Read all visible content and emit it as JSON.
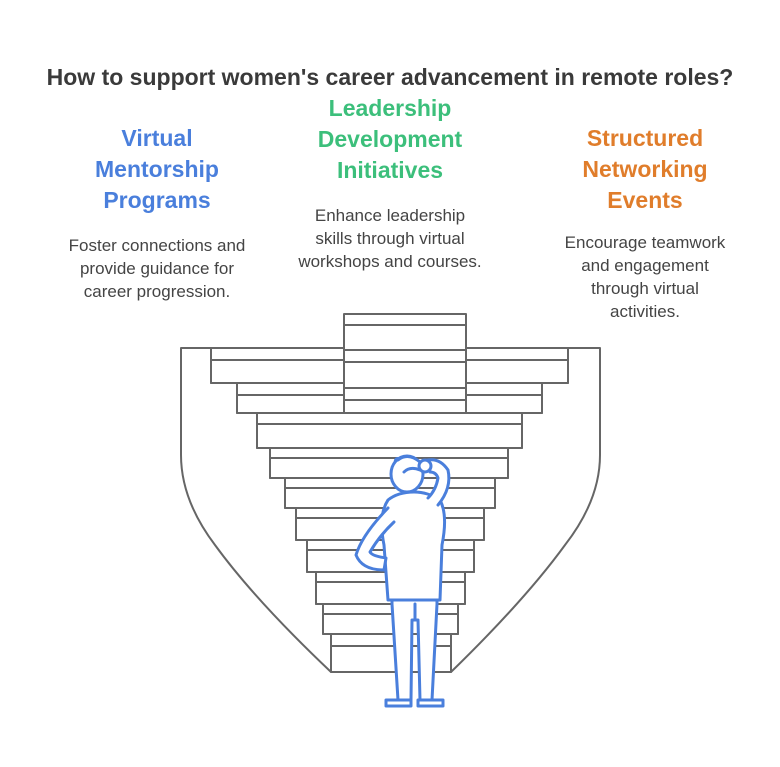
{
  "title": "How to support women's career advancement in remote roles?",
  "columns": [
    {
      "heading_lines": [
        "Virtual",
        "Mentorship",
        "Programs"
      ],
      "body_lines": [
        "Foster connections and",
        "provide guidance for",
        "career progression."
      ],
      "color": "#4a7fdc"
    },
    {
      "heading_lines": [
        "Leadership",
        "Development",
        "Initiatives"
      ],
      "body_lines": [
        "Enhance leadership",
        "skills through virtual",
        "workshops and courses."
      ],
      "color": "#3cbf7b"
    },
    {
      "heading_lines": [
        "Structured",
        "Networking",
        "Events"
      ],
      "body_lines": [
        "Encourage teamwork",
        "and engagement",
        "through virtual",
        "activities."
      ],
      "color": "#e07d2b"
    }
  ],
  "illustration": {
    "stair_color": "#666666",
    "person_color": "#4a7fdc",
    "icon": "person-at-staircase-icon"
  }
}
